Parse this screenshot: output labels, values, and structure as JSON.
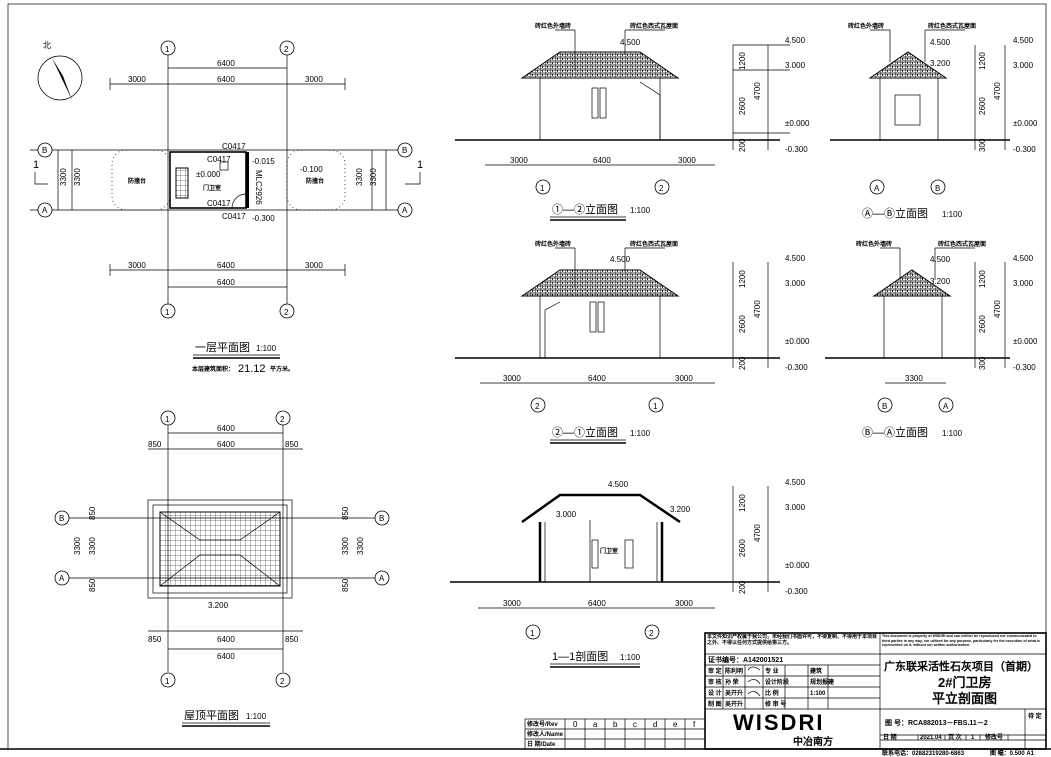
{
  "axes": {
    "one": "1",
    "two": "2",
    "A": "A",
    "B": "B"
  },
  "plan": {
    "north_label": "北",
    "dims_top_overall": "6400",
    "dims_top": [
      "3000",
      "6400",
      "3000"
    ],
    "dims_bottom": [
      "3000",
      "6400",
      "3000"
    ],
    "dims_bottom_overall": "6400",
    "dims_side": "3300",
    "section_mark": "1",
    "windows": [
      "C0417",
      "C0417",
      "C0417",
      "C0417"
    ],
    "door": "MLC2926",
    "room": "门卫室",
    "platform": "防撞台",
    "levels": [
      "±0.000",
      "-0.015",
      "-0.100",
      "-0.300"
    ],
    "title": "一层平面图",
    "scale": "1:100",
    "area_label": "本层建筑面积：",
    "area_value": "21.12",
    "area_unit": "平方米。"
  },
  "roof_plan": {
    "dims_top": [
      "850",
      "6400",
      "850"
    ],
    "dims_top_overall": "6400",
    "dims_side": [
      "850",
      "3300",
      "850"
    ],
    "level": "3.200",
    "title": "屋顶平面图",
    "scale": "1:100"
  },
  "elevations": {
    "wall_note": "砖红色外墙砖",
    "roof_note": "砖红色西式瓦屋面",
    "levels": [
      "4.500",
      "3.000",
      "±0.000",
      "-0.300",
      "3.200"
    ],
    "heights": [
      "1200",
      "2600",
      "4700",
      "300",
      "200"
    ],
    "long_dims": [
      "3000",
      "6400",
      "3000"
    ],
    "short_dim": "3300",
    "title_12": "①—②立面图",
    "title_21": "②—①立面图",
    "title_AB": "Ⓐ—Ⓑ立面图",
    "title_BA": "Ⓑ—Ⓐ立面图",
    "section_title": "1—1剖面图",
    "section_room": "门卫室",
    "scale": "1:100"
  },
  "revision_table": {
    "rows": [
      "修改号/Rev",
      "修改人/Name",
      "日 期/Date"
    ],
    "cols": [
      "0",
      "a",
      "b",
      "c",
      "d",
      "e",
      "f"
    ]
  },
  "title_block": {
    "notice_cn": "本文件知识产权属于我公司，未经我们书面许可，不得复制、不得用于本项目之外、不得以任何方式提供给第三方。",
    "notice_en": "This document is property of WISDRI and can neither be reproduced nor communicated to third parties in any way, nor utilized for any purpose, particularly for the execution of what is represented on it, without our written authorization.",
    "cert": "证书编号：A142001521",
    "rows": [
      {
        "role": "审 定",
        "name": "陈利明",
        "k": "专 业",
        "v": "建筑"
      },
      {
        "role": "审 核",
        "name": "孙 荣",
        "k": "设计阶段",
        "v": "规划报建"
      },
      {
        "role": "设 计",
        "name": "吴开升",
        "k": "比 例",
        "v": "1:100"
      },
      {
        "role": "制 图",
        "name": "吴开升",
        "k": "修 审 号",
        "v": ""
      }
    ],
    "logo": "WISDRI",
    "logo_cn": "中冶南方",
    "project": "广东联采活性石灰项目（首期）",
    "building": "2#门卫房",
    "drawing": "平立剖面图",
    "drawing_no": "图 号：RCA882013－FBS.11－2",
    "seal": "待 定",
    "date_label": "日 期",
    "date": "2021.04",
    "page_label": "页 次",
    "page": "1",
    "rev_label": "修改号",
    "phone": "联系电话：02882319280-6863",
    "sheet": "图 幅：0.500 A1"
  }
}
